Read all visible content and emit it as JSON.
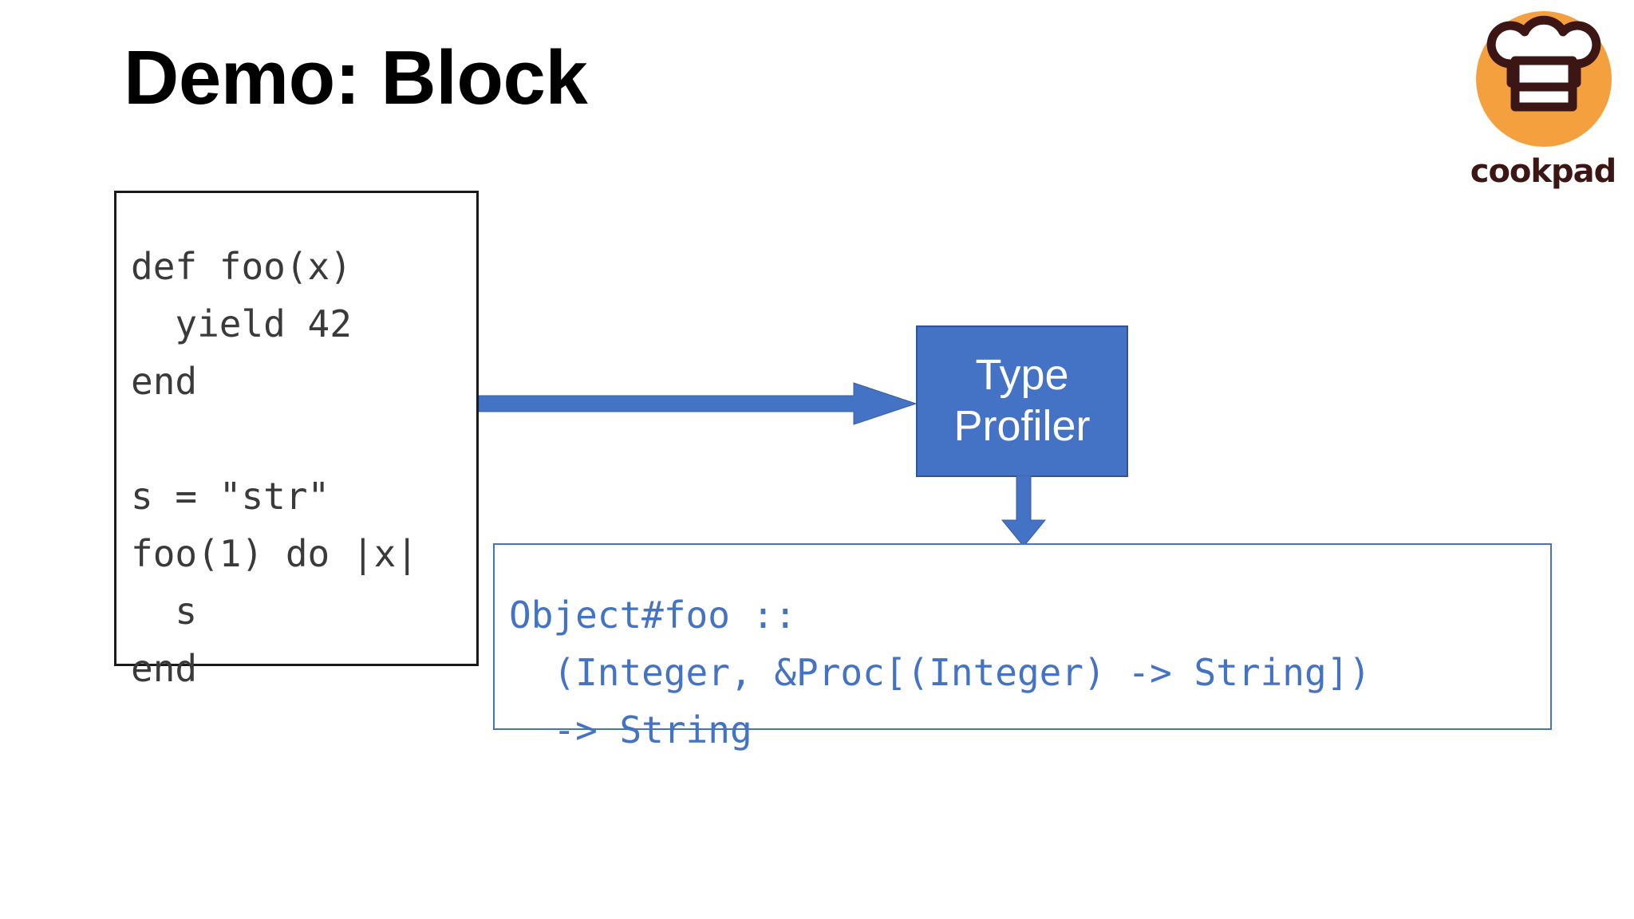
{
  "slide": {
    "title": "Demo: Block"
  },
  "logo": {
    "name": "cookpad",
    "wordmark": "cookpad",
    "circle_color": "#F5A03F",
    "mark_color": "#3C1614"
  },
  "code_panel": {
    "name": "ruby-source-code",
    "text": "def foo(x)\n  yield 42\nend\n\ns = \"str\"\nfoo(1) do |x|\n  s\nend",
    "lines": [
      "def foo(x)",
      "  yield 42",
      "end",
      "",
      "s = \"str\"",
      "foo(1) do |x|",
      "  s",
      "end"
    ],
    "text_color": "#3A3A3A",
    "border_color": "#1A1A1A"
  },
  "processor": {
    "label_line1": "Type",
    "label_line2": "Profiler",
    "fill_color": "#4472C4",
    "text_color": "#FFFFFF"
  },
  "arrows": {
    "code_to_profiler": "arrow-right",
    "profiler_to_output": "arrow-down",
    "color": "#4472C4"
  },
  "output_panel": {
    "name": "type-signature-output",
    "text": "Object#foo ::\n  (Integer, &Proc[(Integer) -> String])\n  -> String",
    "lines": [
      "Object#foo ::",
      "  (Integer, &Proc[(Integer) -> String])",
      "  -> String"
    ],
    "text_color": "#4472C4",
    "border_color": "#4472C4"
  }
}
